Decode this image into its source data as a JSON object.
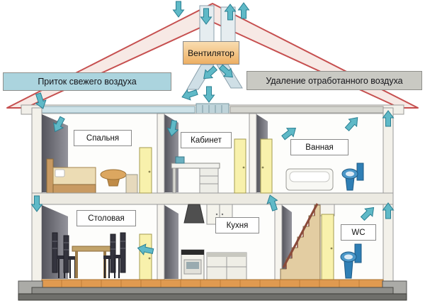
{
  "diagram": {
    "fan": "Вентилятор",
    "intake_banner": "Приток свежего воздуха",
    "exhaust_banner": "Удаление отработанного воздуха",
    "rooms": {
      "bedroom": "Спальня",
      "study": "Кабинет",
      "bathroom": "Ванная",
      "dining": "Столовая",
      "kitchen": "Кухня",
      "wc": "WC"
    },
    "colors": {
      "intake_banner_bg": "#abd4de",
      "exhaust_banner_bg": "#c9c9c3",
      "fan_box_bg": "#f2c184",
      "roof_outline": "#c64f4f",
      "airflow_arrow": "#5fb9c7",
      "door": "#f8f1ac",
      "wood_floor": "#e09a50",
      "fixture_blue": "#2f7fb5"
    }
  }
}
